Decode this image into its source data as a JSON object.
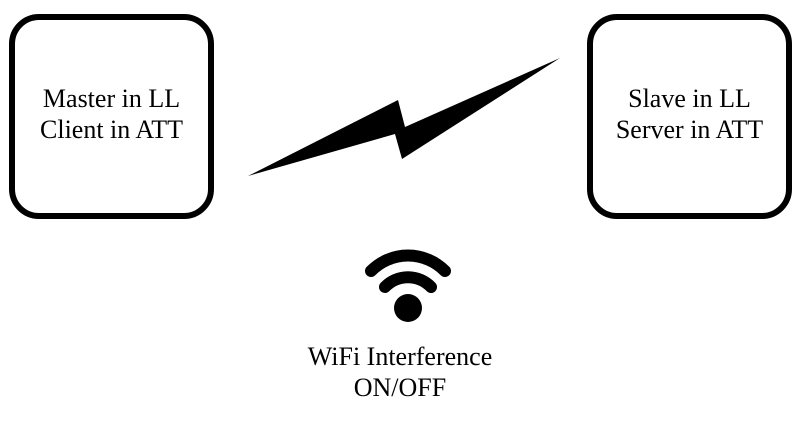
{
  "master_box": {
    "line1": "Master in LL",
    "line2": "Client in ATT"
  },
  "slave_box": {
    "line1": "Slave in LL",
    "line2": "Server in ATT"
  },
  "link_icon": "lightning-bolt-icon",
  "wifi": {
    "icon": "wifi-icon",
    "line1": "WiFi Interference",
    "line2": "ON/OFF"
  }
}
